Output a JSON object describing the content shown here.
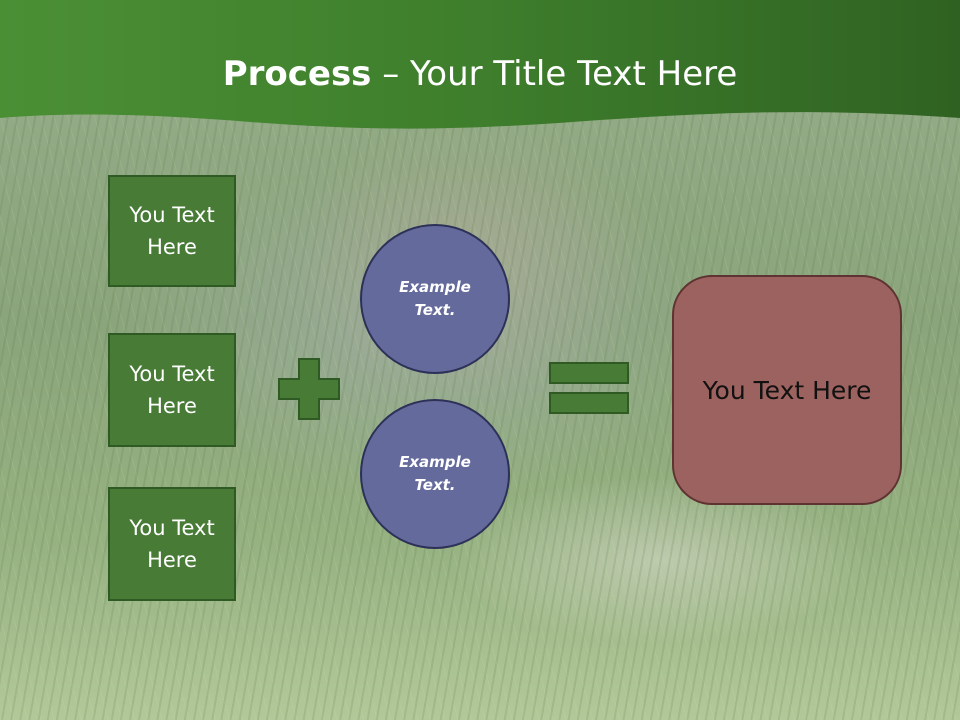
{
  "slide": {
    "title_bold": "Process",
    "title_rest": " – Your Title Text Here",
    "inputs": [
      "You Text\nHere",
      "You Text\nHere",
      "You Text\nHere"
    ],
    "operands": [
      "Example\nText.",
      "Example\nText."
    ],
    "result": "You Text Here"
  },
  "colors": {
    "header_green": "#3f7b2c",
    "box_green": "#477b36",
    "circle_purple": "#646a9b",
    "result_red": "#9c625f"
  },
  "icons": {
    "plus": "plus-icon",
    "equals": "equals-icon"
  }
}
